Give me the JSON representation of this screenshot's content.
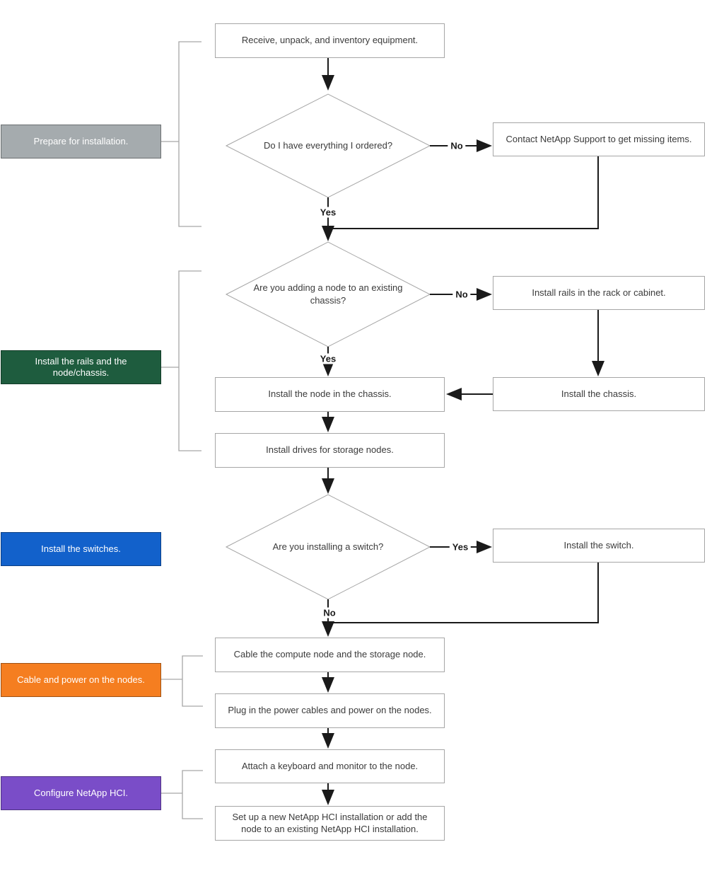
{
  "sections": [
    {
      "label": "Prepare for installation.",
      "color": "#a5abae"
    },
    {
      "label": "Install the rails and the node/chassis.",
      "color": "#1e5c3e"
    },
    {
      "label": "Install the switches.",
      "color": "#1261cb"
    },
    {
      "label": "Cable and power on the nodes.",
      "color": "#f57e20"
    },
    {
      "label": "Configure NetApp HCI.",
      "color": "#7a4dc8"
    }
  ],
  "nodes": {
    "receive": "Receive, unpack, and inventory equipment.",
    "decision_ordered": "Do I have everything I ordered?",
    "contact_support": "Contact NetApp Support to get missing items.",
    "decision_existing_chassis": "Are you adding a node to an existing chassis?",
    "install_rails_rack": "Install rails in the rack or cabinet.",
    "install_chassis": "Install the chassis.",
    "install_node_chassis": "Install the node in the chassis.",
    "install_drives": "Install drives for storage nodes.",
    "decision_switch": "Are you installing a switch?",
    "install_switch": "Install the switch.",
    "cable_nodes": "Cable the compute node and the storage node.",
    "plug_power": "Plug in the power cables and power on the nodes.",
    "attach_keyboard": "Attach a keyboard and monitor to the node.",
    "setup_hci": "Set up a new NetApp HCI installation or add the node to an existing NetApp HCI installation."
  },
  "edge_labels": {
    "yes": "Yes",
    "no": "No"
  },
  "colors": {
    "edge": "#1a1a1a",
    "shape_border": "#a6a6a6",
    "bracket": "#a6a6a6"
  }
}
